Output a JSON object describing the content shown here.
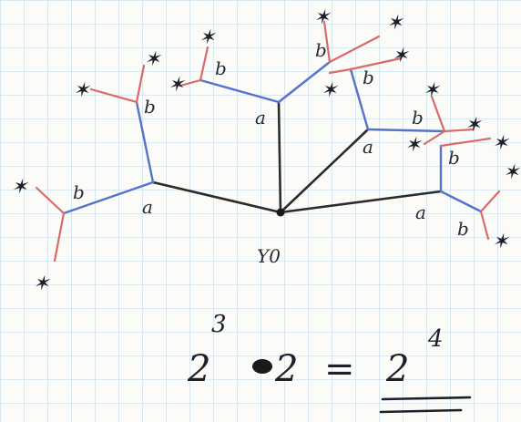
{
  "labels": {
    "root": "Y0",
    "a": "a",
    "b": "b",
    "leaf": "✶"
  },
  "equation": {
    "base_left": "2",
    "exp_left": "3",
    "dot": "·",
    "factor": "2",
    "equals": "=",
    "base_right": "2",
    "exp_right": "4"
  },
  "colors": {
    "black_edge": "#2b2b2b",
    "blue_edge": "#5572cc",
    "red_edge": "#d96a6a",
    "grid": "#b9d6ea",
    "ink": "#1f1f2a"
  }
}
